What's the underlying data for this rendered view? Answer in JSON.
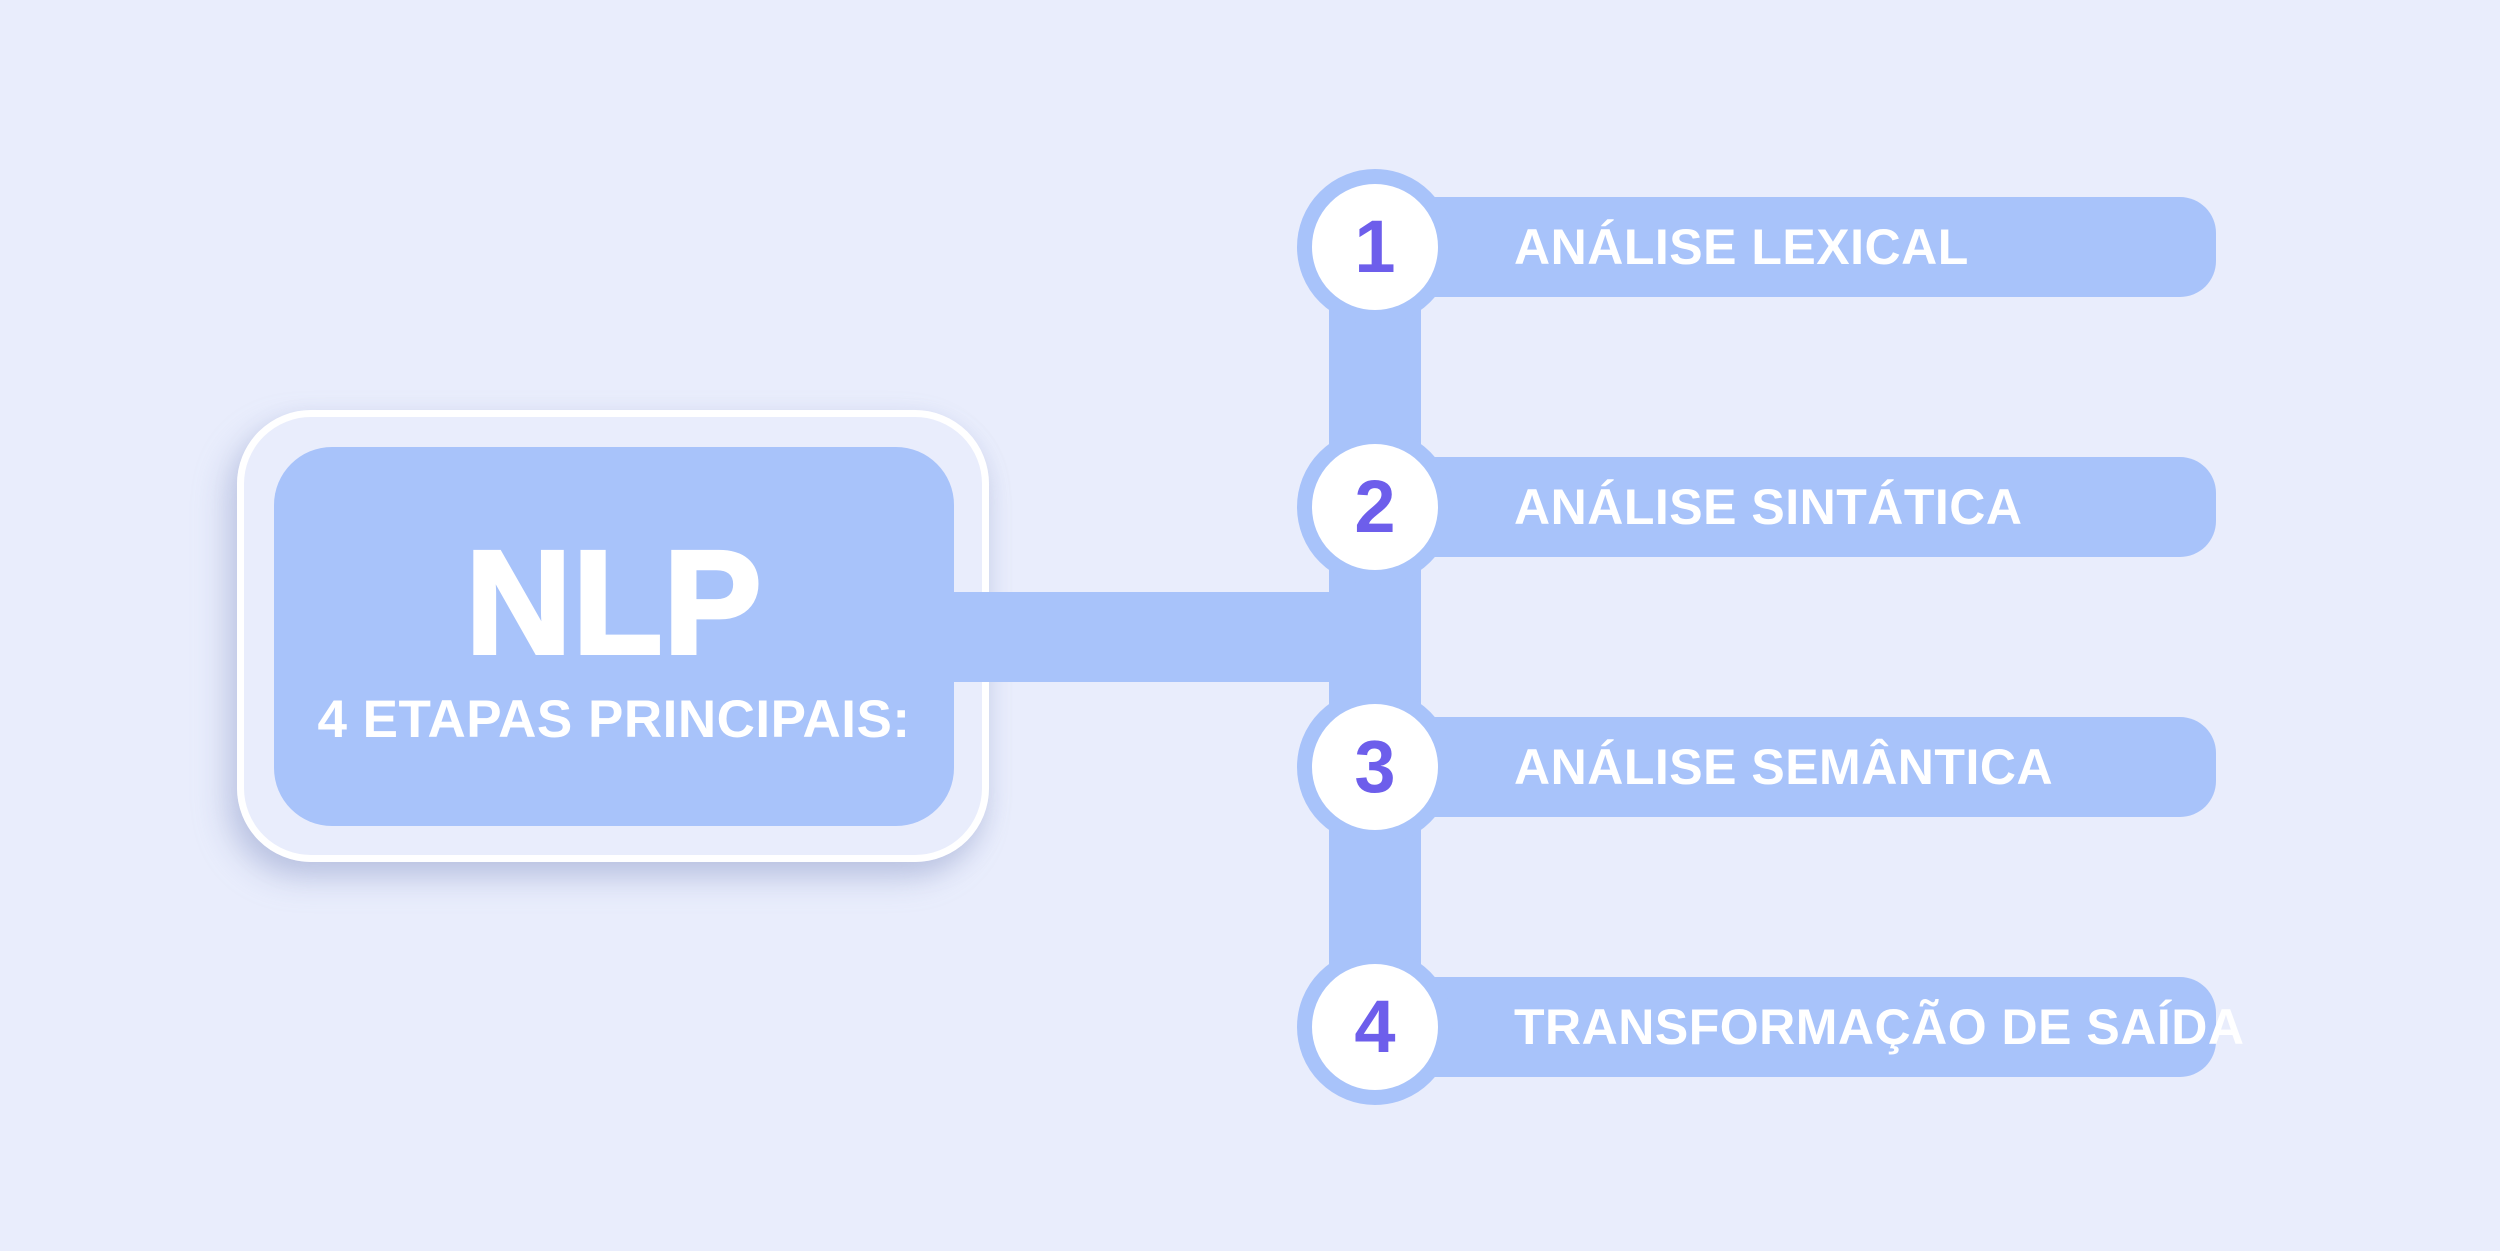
{
  "root": {
    "title": "NLP",
    "subtitle": "4 ETAPAS PRINCIPAIS:"
  },
  "steps": [
    {
      "number": "1",
      "label": "ANÁLISE LEXICAL"
    },
    {
      "number": "2",
      "label": "ANÁLISE SINTÁTICA"
    },
    {
      "number": "3",
      "label": "ANÁLISE SEMÂNTICA"
    },
    {
      "number": "4",
      "label": "TRANSFORMAÇÃO DE SAÍDA"
    }
  ],
  "colors": {
    "background": "#E9EDFC",
    "primary_blue": "#A8C3FA",
    "number_purple": "#6D5EEB",
    "text_white": "#FFFFFF",
    "outline_white": "#FFFFFF"
  }
}
